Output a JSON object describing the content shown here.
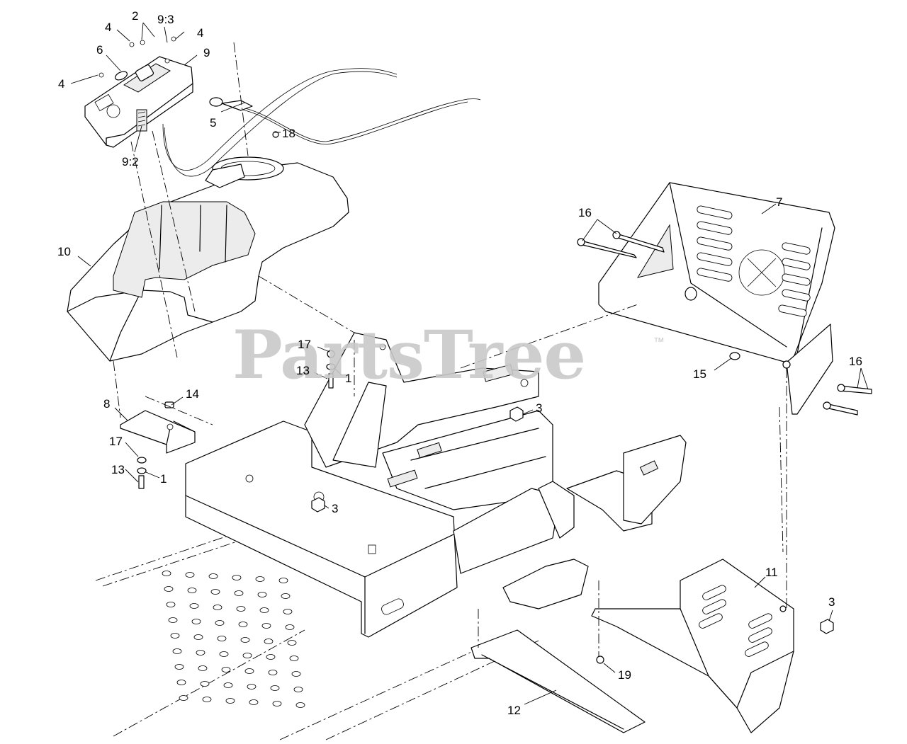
{
  "watermark": {
    "text": "PartsTree",
    "trademark": "™"
  },
  "callouts": [
    {
      "id": "c-2",
      "text": "2"
    },
    {
      "id": "c-9-3",
      "text": "9:3"
    },
    {
      "id": "c-4a",
      "text": "4"
    },
    {
      "id": "c-4b",
      "text": "4"
    },
    {
      "id": "c-6",
      "text": "6"
    },
    {
      "id": "c-9",
      "text": "9"
    },
    {
      "id": "c-4c",
      "text": "4"
    },
    {
      "id": "c-5",
      "text": "5"
    },
    {
      "id": "c-18",
      "text": "18"
    },
    {
      "id": "c-9-2",
      "text": "9:2"
    },
    {
      "id": "c-10",
      "text": "10"
    },
    {
      "id": "c-16a",
      "text": "16"
    },
    {
      "id": "c-7",
      "text": "7"
    },
    {
      "id": "c-17a",
      "text": "17"
    },
    {
      "id": "c-13a",
      "text": "13"
    },
    {
      "id": "c-1a",
      "text": "1"
    },
    {
      "id": "c-15",
      "text": "15"
    },
    {
      "id": "c-16b",
      "text": "16"
    },
    {
      "id": "c-14",
      "text": "14"
    },
    {
      "id": "c-8",
      "text": "8"
    },
    {
      "id": "c-3a",
      "text": "3"
    },
    {
      "id": "c-17b",
      "text": "17"
    },
    {
      "id": "c-13b",
      "text": "13"
    },
    {
      "id": "c-1b",
      "text": "1"
    },
    {
      "id": "c-3b",
      "text": "3"
    },
    {
      "id": "c-11",
      "text": "11"
    },
    {
      "id": "c-3c",
      "text": "3"
    },
    {
      "id": "c-19",
      "text": "19"
    },
    {
      "id": "c-12",
      "text": "12"
    }
  ]
}
